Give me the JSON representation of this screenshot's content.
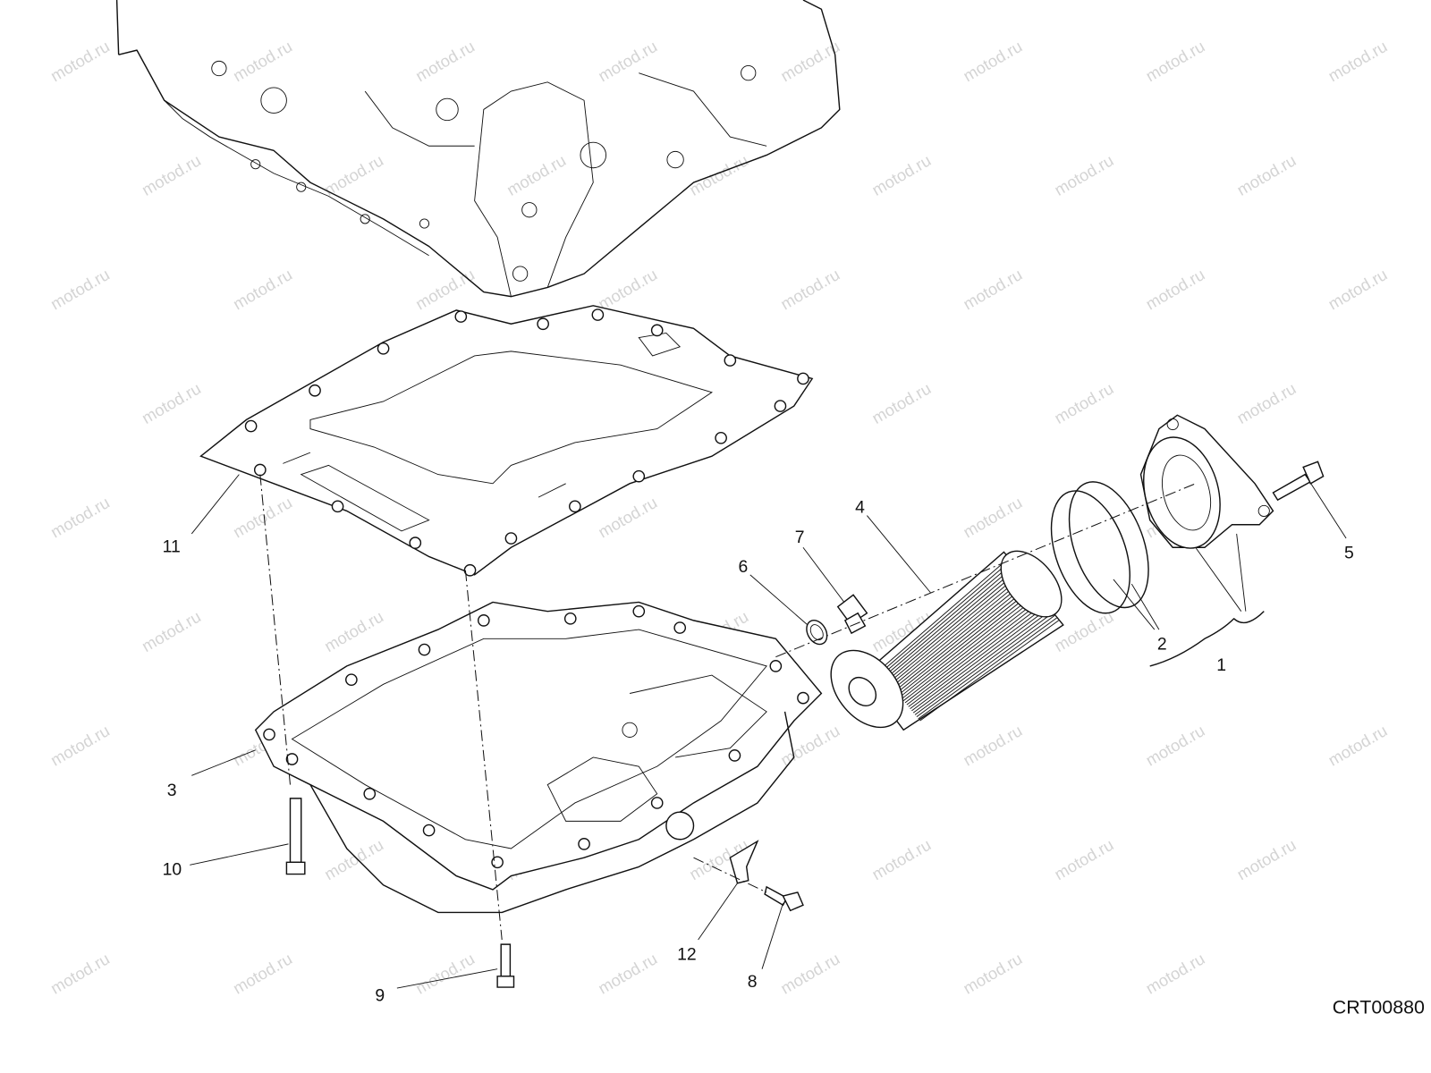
{
  "diagram": {
    "drawing_code": "CRT00880",
    "watermark": "motod.ru",
    "parts": [
      {
        "id": "engine-block",
        "label": ""
      },
      {
        "id": "oil-filter-cover-assembly",
        "label": "1"
      },
      {
        "id": "o-rings",
        "label": "2"
      },
      {
        "id": "oil-sump",
        "label": "3"
      },
      {
        "id": "oil-filter-cartridge",
        "label": "4"
      },
      {
        "id": "cover-bolt",
        "label": "5"
      },
      {
        "id": "seal-washer",
        "label": "6"
      },
      {
        "id": "drain-plug",
        "label": "7"
      },
      {
        "id": "clip-screw",
        "label": "8"
      },
      {
        "id": "sump-screw-front",
        "label": "9"
      },
      {
        "id": "sump-screw-rear",
        "label": "10"
      },
      {
        "id": "gasket",
        "label": "11"
      },
      {
        "id": "clip",
        "label": "12"
      }
    ]
  }
}
